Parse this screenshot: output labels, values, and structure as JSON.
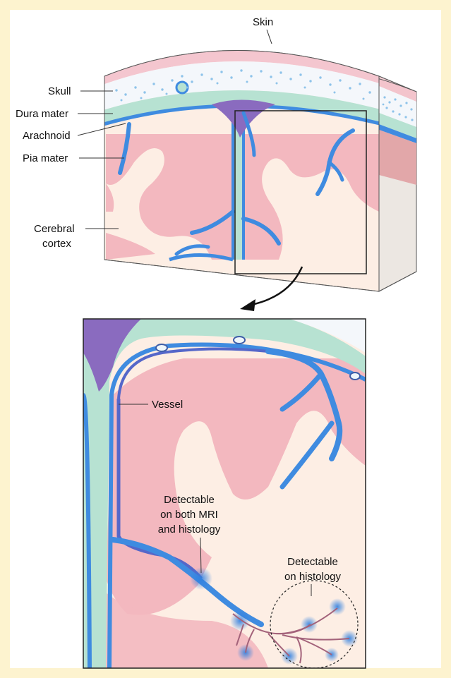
{
  "labels": {
    "skin": "Skin",
    "skull": "Skull",
    "dura": "Dura mater",
    "arachnoid": "Arachnoid",
    "pia": "Pia mater",
    "cortex_line1": "Cerebral",
    "cortex_line2": "cortex",
    "vessel": "Vessel",
    "mri_line1": "Detectable",
    "mri_line2": "on both MRI",
    "mri_line3": "and histology",
    "hist_line1": "Detectable",
    "hist_line2": "on histology"
  },
  "colors": {
    "background": "#fdf3cf",
    "skin": "#f4c6cf",
    "skull": "#f4f7fb",
    "skull_dots": "#8ec3ea",
    "dura": "#b7e2d2",
    "cortex": "#f3b8bf",
    "white_matter": "#fdeee4",
    "pia": "#3f8be0",
    "vessel": "#5567c9",
    "sinus": "#8a6bbf",
    "capillary": "#a3627a"
  }
}
